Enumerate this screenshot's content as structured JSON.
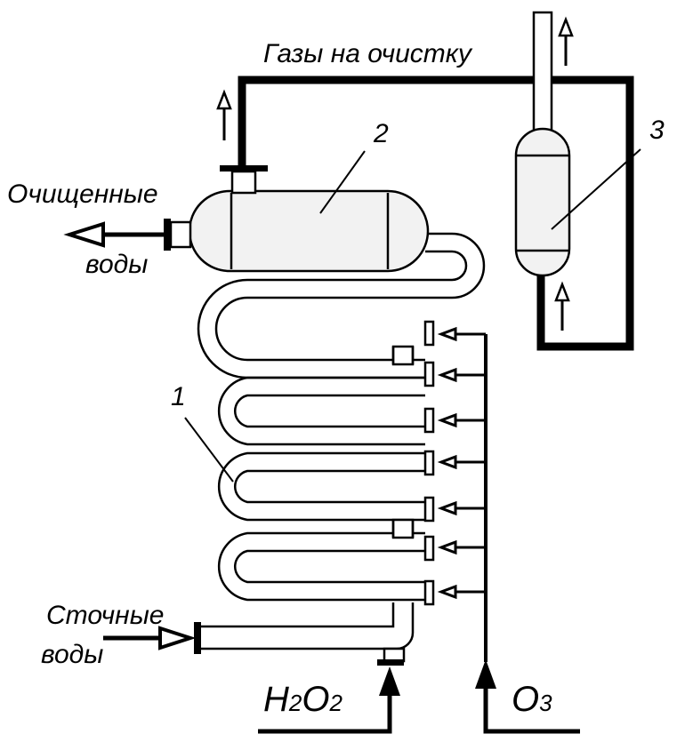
{
  "labels": {
    "gases": "Газы на очистку",
    "purified_line1": "Очищенные",
    "purified_line2": "воды",
    "waste_line1": "Сточные",
    "waste_line2": "воды",
    "h2o2_h": "H",
    "h2o2_2a": "2",
    "h2o2_o": "O",
    "h2o2_2b": "2",
    "o3_o": "O",
    "o3_3": "3",
    "num_1": "1",
    "num_2": "2",
    "num_3": "3"
  },
  "colors": {
    "line": "#000000",
    "fill": "#f2f2f2"
  }
}
